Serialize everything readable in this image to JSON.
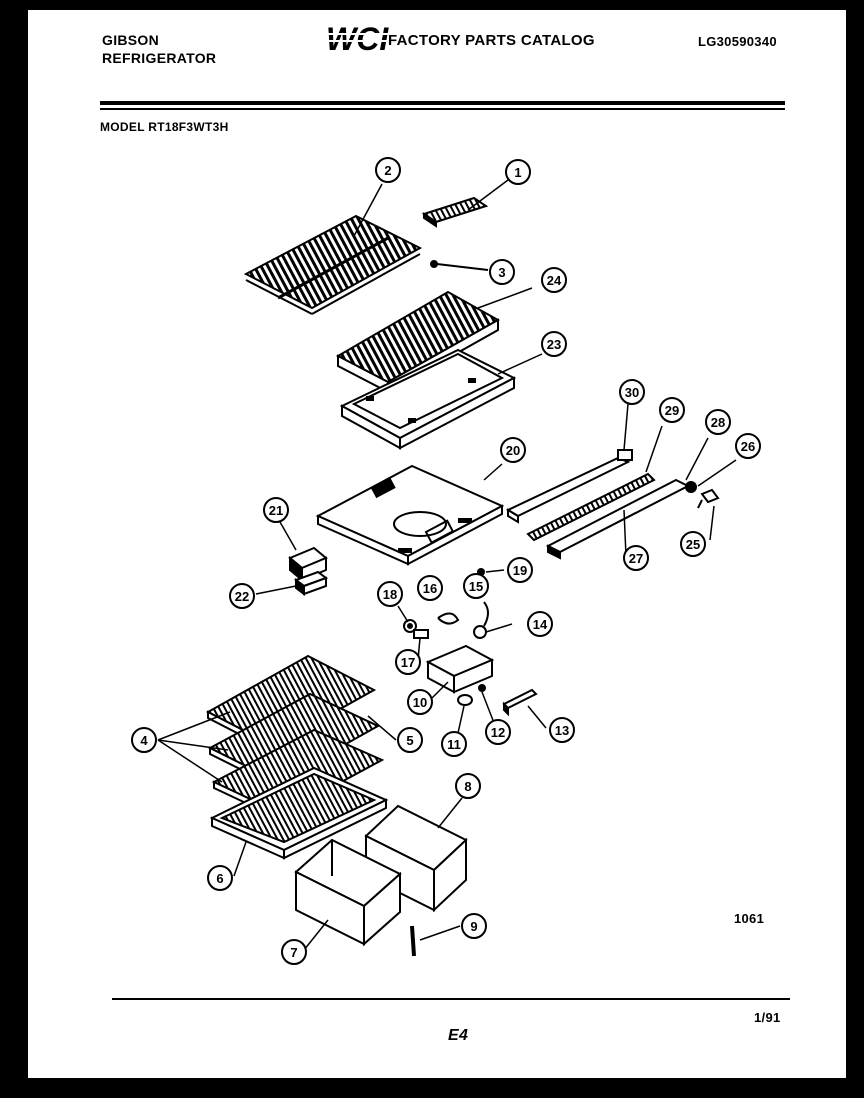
{
  "header": {
    "brand_line1": "GIBSON",
    "brand_line2": "REFRIGERATOR",
    "logo_text": "WCI",
    "catalog_title": "FACTORY PARTS CATALOG",
    "catalog_number": "LG30590340",
    "model": "MODEL RT18F3WT3H"
  },
  "footer": {
    "ref_code": "1061",
    "date": "1/91",
    "page": "E4"
  },
  "callouts": [
    "1",
    "2",
    "3",
    "24",
    "23",
    "30",
    "29",
    "28",
    "26",
    "20",
    "21",
    "27",
    "25",
    "19",
    "22",
    "18",
    "16",
    "15",
    "14",
    "17",
    "10",
    "11",
    "12",
    "13",
    "4",
    "5",
    "8",
    "6",
    "9",
    "7"
  ]
}
